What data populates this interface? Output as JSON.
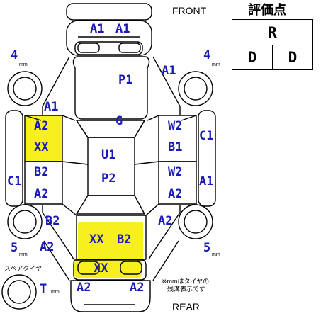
{
  "header": {
    "front": "FRONT",
    "rear": "REAR"
  },
  "score": {
    "title": "評価点",
    "overall": "R",
    "interior": "D",
    "exterior": "D"
  },
  "tires": {
    "front_left": {
      "depth": "4",
      "unit": "mm"
    },
    "front_right": {
      "depth": "4",
      "unit": "mm"
    },
    "rear_left": {
      "depth": "5",
      "unit": "mm"
    },
    "rear_right": {
      "depth": "5",
      "unit": "mm"
    },
    "spare": {
      "label": "スペアタイヤ",
      "depth": "T",
      "unit": "mm"
    }
  },
  "note": {
    "line1": "※mmはタイヤの",
    "line2": "残溝表示です"
  },
  "damage": {
    "front_bumper_left": "A1",
    "front_bumper_right": "A1",
    "bonnet": "P1",
    "front_right_fender": "A1",
    "front_left_fender": "A1",
    "windshield": "G",
    "left_front_door_1": "A2",
    "left_front_door_2": "XX",
    "left_rear_door_1": "B2",
    "left_rear_door_2": "A2",
    "left_pillar": "C1",
    "right_pillar_top": "C1",
    "right_pillar_bottom": "A1",
    "right_front_door_1": "W2",
    "right_front_door_2": "B1",
    "right_rear_door_1": "W2",
    "right_rear_door_2": "A2",
    "roof_1": "U1",
    "roof_2": "P2",
    "rear_left_quarter": "B2",
    "rear_left_lower": "A2",
    "rear_right_quarter": "A2",
    "trunk_1": "XX",
    "trunk_2": "B2",
    "rear_bumper_center": "XX",
    "rear_bumper_left": "A2",
    "rear_bumper_right": "A2"
  },
  "colors": {
    "label": "#1a1ab4",
    "highlight": "#f7ef1e",
    "line": "#000000"
  }
}
